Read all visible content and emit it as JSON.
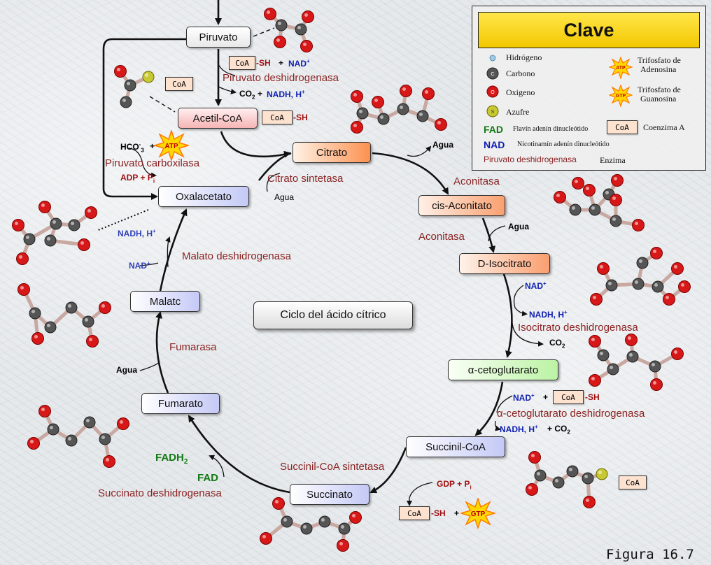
{
  "title": "Ciclo del ácido cítrico",
  "figure_label": "Figura 16.7",
  "compounds": {
    "piruvato": "Piruvato",
    "acetil_coa": "Acetil-CoA",
    "citrato": "Citrato",
    "cis_aconitato": "cis-Aconitato",
    "isocitrato": "D-Isocitrato",
    "cetoglutarato": "α-cetoglutarato",
    "succinil_coa": "Succinil-CoA",
    "succinato": "Succinato",
    "fumarato": "Fumarato",
    "malato": "Malatc",
    "oxalacetato": "Oxalacetato"
  },
  "enzymes": {
    "piruvato_deshidrogenasa": "Piruvato deshidrogenasa",
    "piruvato_carboxilasa": "Piruvato carboxilasa",
    "citrato_sintetasa": "Citrato sintetasa",
    "aconitasa_1": "Aconitasa",
    "aconitasa_2": "Aconitasa",
    "isocitrato_deshidrogenasa": "Isocitrato deshidrogenasa",
    "cetoglutarato_deshidrogenasa": "α-cetoglutarato deshidrogenasa",
    "succinil_coa_sintetasa": "Succinil-CoA sintetasa",
    "succinato_deshidrogenasa": "Succinato deshidrogenasa",
    "fumarasa": "Fumarasa",
    "malato_deshidrogenasa": "Malato deshidrogenasa"
  },
  "cofactors": {
    "coa": "CoA",
    "sh": "-SH",
    "plus": "+",
    "nad": "NAD",
    "sup_plus": "+",
    "co2": "CO",
    "sub_2": "2",
    "nadh_h": "NADH, H",
    "hco3": "HCO",
    "sub_3": "3",
    "sup_minus": "-",
    "atp": "ATP",
    "gtp": "GTP",
    "adp_pi": "ADP + P",
    "gdp_pi": "GDP + P",
    "sub_i": "i",
    "agua": "Agua",
    "fad": "FAD",
    "fadh": "FADH",
    "nadh_h_co2": "NADH, H",
    "co2_plus": "+ CO"
  },
  "key": {
    "title": "Clave",
    "hidrogeno": "Hidrógeno",
    "carbono": "Carbono",
    "oxigeno": "Oxigeno",
    "azufre": "Azufre",
    "atp_line1": "Trifosfato de",
    "atp_line2": "Adenosina",
    "gtp_line1": "Trifosfato de",
    "gtp_line2": "Guanosina",
    "fad_abbr": "FAD",
    "fad_desc": "Flavín adenín dinucleótido",
    "nad_abbr": "NAD",
    "nad_desc": "Nicotinamín adenín dinucleótido",
    "coa_desc": "Coenzima A",
    "enzyme_example": "Piruvato deshidrogenasa",
    "enzyme_desc": "Enzima",
    "c": "C",
    "o": "O",
    "s": "S"
  },
  "colors": {
    "oxygen": "#d81818",
    "carbon": "#555555",
    "sulfur": "#c8c832",
    "hydrogen": "#9ccbe8",
    "enzyme_text": "#8b2323",
    "nad_text": "#1020b0",
    "fad_text": "#137a13"
  }
}
